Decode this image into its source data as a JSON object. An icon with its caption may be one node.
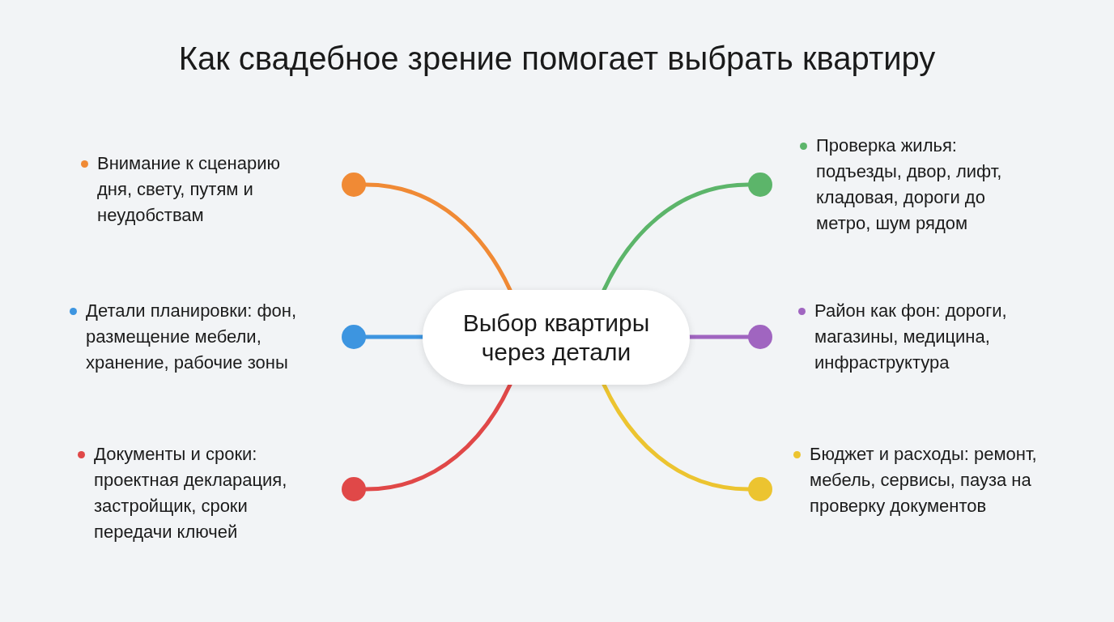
{
  "diagram": {
    "title": "Как свадебное зрение помогает выбрать квартиру",
    "nodes": [
      {
        "text": [
          "Выбор квартиры через детали"
        ]
      },
      {
        "text": [],
        "shape": "circle",
        "beside": [
          "Внимание к сценарию дня, свету, путям и неудобствам"
        ]
      },
      {
        "text": [],
        "shape": "circle",
        "beside": [
          "Детали планировки: фон, размещение мебели, хранение, рабочие зоны"
        ]
      },
      {
        "text": [],
        "shape": "circle",
        "beside": [
          "Документы и сроки: проектная декларация, застройщик, сроки передачи ключей"
        ]
      },
      {
        "text": [],
        "shape": "circle",
        "beside": [
          "Проверка жилья: подъезды, двор, лифт, кладовая, дороги до метро, шум рядом"
        ]
      },
      {
        "text": [],
        "shape": "circle",
        "beside": [
          "Район как фон: дороги, магазины, медицина, инфраструктура"
        ]
      },
      {
        "text": [],
        "shape": "circle",
        "beside": [
          "Бюджет и расходы: ремонт, мебель, сервисы, пауза на проверку документов"
        ]
      }
    ],
    "edges": [
      {
        "from": 0,
        "to": 1,
        "arrow": "none",
        "color": "#f08a35"
      },
      {
        "from": 0,
        "to": 2,
        "arrow": "none",
        "color": "#3d95e0"
      },
      {
        "from": 0,
        "to": 3,
        "arrow": "none",
        "color": "#e04848"
      },
      {
        "from": 0,
        "to": 4,
        "arrow": "none",
        "color": "#5cb56a"
      },
      {
        "from": 0,
        "to": 5,
        "arrow": "none",
        "color": "#a065c0"
      },
      {
        "from": 0,
        "to": 6,
        "arrow": "none",
        "color": "#ecc430"
      }
    ]
  }
}
